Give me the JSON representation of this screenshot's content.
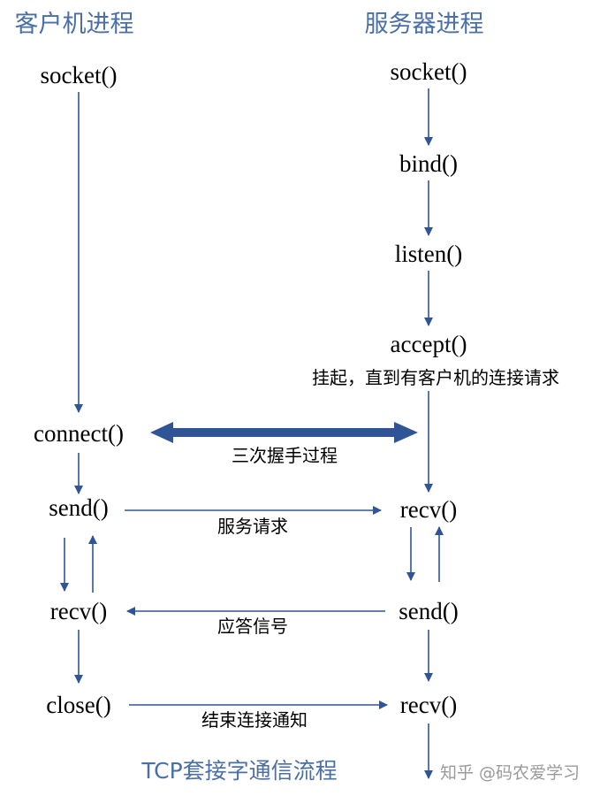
{
  "headings": {
    "client": "客户机进程",
    "server": "服务器进程"
  },
  "client": {
    "socket": "socket()",
    "connect": "connect()",
    "send": "send()",
    "recv": "recv()",
    "close": "close()"
  },
  "server": {
    "socket": "socket()",
    "bind": "bind()",
    "listen": "listen()",
    "accept": "accept()",
    "accept_note": "挂起，直到有客户机的连接请求",
    "recv1": "recv()",
    "send": "send()",
    "recv2": "recv()"
  },
  "messages": {
    "handshake": "三次握手过程",
    "service_request": "服务请求",
    "response": "应答信号",
    "close_notice": "结束连接通知"
  },
  "caption": "TCP套接字通信流程",
  "watermark": "知乎 @码农爱学习",
  "colors": {
    "arrow": "#2f5597",
    "heading": "#4a6fa5",
    "watermark": "#9a9a9a"
  }
}
